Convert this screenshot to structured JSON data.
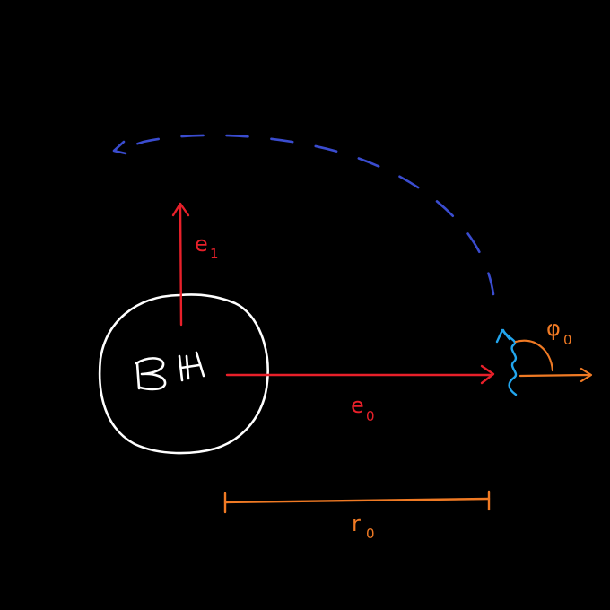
{
  "colors": {
    "background": "#000000",
    "black_hole": "#ffffff",
    "basis_vectors": "#e8202a",
    "trajectory": "#3a4ccf",
    "photon": "#22a6ee",
    "emission": "#f07a24"
  },
  "black_hole": {
    "label": "BH"
  },
  "vectors": {
    "e0": {
      "symbol": "e",
      "subscript": "0"
    },
    "e1": {
      "symbol": "e",
      "subscript": "1"
    }
  },
  "emission": {
    "angle": {
      "symbol": "φ",
      "subscript": "0"
    },
    "radius": {
      "symbol": "r",
      "subscript": "0"
    }
  },
  "icons": {
    "photon": "wavy-photon-icon",
    "trajectory": "dashed-arc-arrow-icon"
  }
}
